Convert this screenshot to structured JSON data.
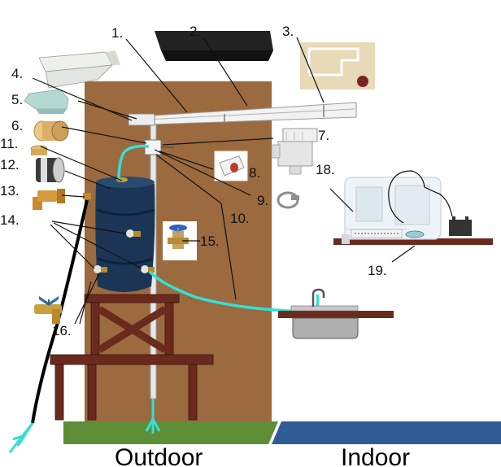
{
  "zones": {
    "outdoor": "Outdoor",
    "indoor": "Indoor"
  },
  "callouts": [
    {
      "id": "gutter-guard-screen",
      "label": "1."
    },
    {
      "id": "foam-filter",
      "label": "2."
    },
    {
      "id": "gutter-bracket",
      "label": "3."
    },
    {
      "id": "gutter",
      "label": "4."
    },
    {
      "id": "downspout-end-cap",
      "label": "5."
    },
    {
      "id": "brass-fitting",
      "label": "6."
    },
    {
      "id": "first-flush-diverter",
      "label": "7."
    },
    {
      "id": "hose-adapter",
      "label": "8."
    },
    {
      "id": "hose-clamp",
      "label": "9."
    },
    {
      "id": "vinyl-tubing",
      "label": "10."
    },
    {
      "id": "brass-coupling",
      "label": "11."
    },
    {
      "id": "bulkhead-fitting",
      "label": "12."
    },
    {
      "id": "brass-elbow",
      "label": "13."
    },
    {
      "id": "spigot-taps",
      "label": "14."
    },
    {
      "id": "hose-bib-valve",
      "label": "15."
    },
    {
      "id": "butterfly-spigot",
      "label": "16."
    },
    {
      "id": "countertop-filter",
      "label": "18."
    },
    {
      "id": "wall-shelf",
      "label": "19."
    }
  ],
  "colors": {
    "wall": "#9b6a3e",
    "wood": "#6b2a1e",
    "barrel": "#1b3556",
    "water_line": "#33e0d8",
    "grass": "#5e8e36",
    "floor": "#2f5c95"
  }
}
